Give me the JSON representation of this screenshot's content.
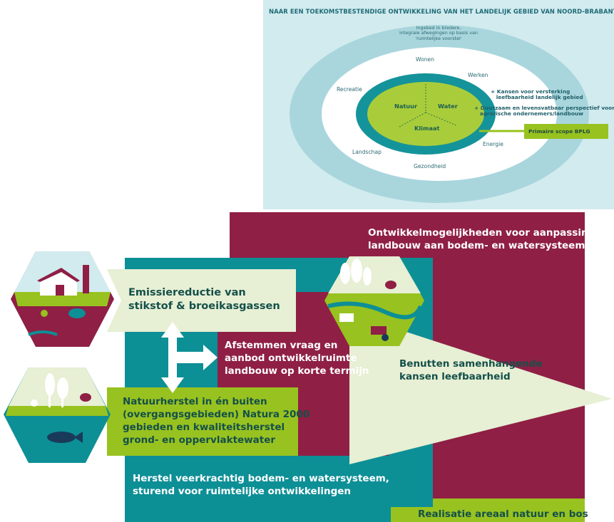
{
  "top": {
    "title": "NAAR EEN TOEKOMSTBESTENDIGE ONTWIKKELING VAN HET LANDELIJK GEBIED VAN NOORD-BRABANT",
    "note": "Ingebed in bredere,\nintegrale afwegingen op basis van\n'ruimtelijke voorstel'",
    "ring_labels": {
      "wonen": "Wonen",
      "werken": "Werken",
      "recreatie": "Recreatie",
      "landschap": "Landschap",
      "gezondheid": "Gezondheid",
      "energie": "Energie"
    },
    "core": {
      "natuur": "Natuur",
      "water": "Water",
      "klimaat": "Klimaat"
    },
    "plus_1": "+ Kansen voor versterking\n   leefbaarheid landelijk gebied",
    "plus_2": "+ Duurzaam en levensvatbaar perspectief voor\n   agrarische ondernemers/landbouw",
    "scope": "Primaire scope BPLG"
  },
  "bottom": {
    "maroon_title": "Ontwikkelmogelijkheden voor aanpassing\nlandbouw aan bodem- en watersysteem",
    "emissie": "Emissiereductie van\nstikstof & broeikasgassen",
    "afstemmen": "Afstemmen vraag en\naanbod ontwikkelruimte\nlandbouw op korte termijn",
    "benutten": "Benutten samenhangende\nkansen leefbaarheid",
    "natuurherstel": "Natuurherstel in én buiten\n(overgangsgebieden) Natura 2000\ngebieden en kwaliteitsherstel\ngrond- en oppervlaktewater",
    "herstel": "Herstel veerkrachtig bodem- en watersysteem,\nsturend voor ruimtelijke ontwikkelingen",
    "realisatie": "Realisatie areaal natuur en bos"
  },
  "colors": {
    "teal": "#0d8f96",
    "maroon": "#8f1f45",
    "lime": "#98c21f",
    "light": "#e7efd4",
    "green_dark": "#1a5f52"
  }
}
